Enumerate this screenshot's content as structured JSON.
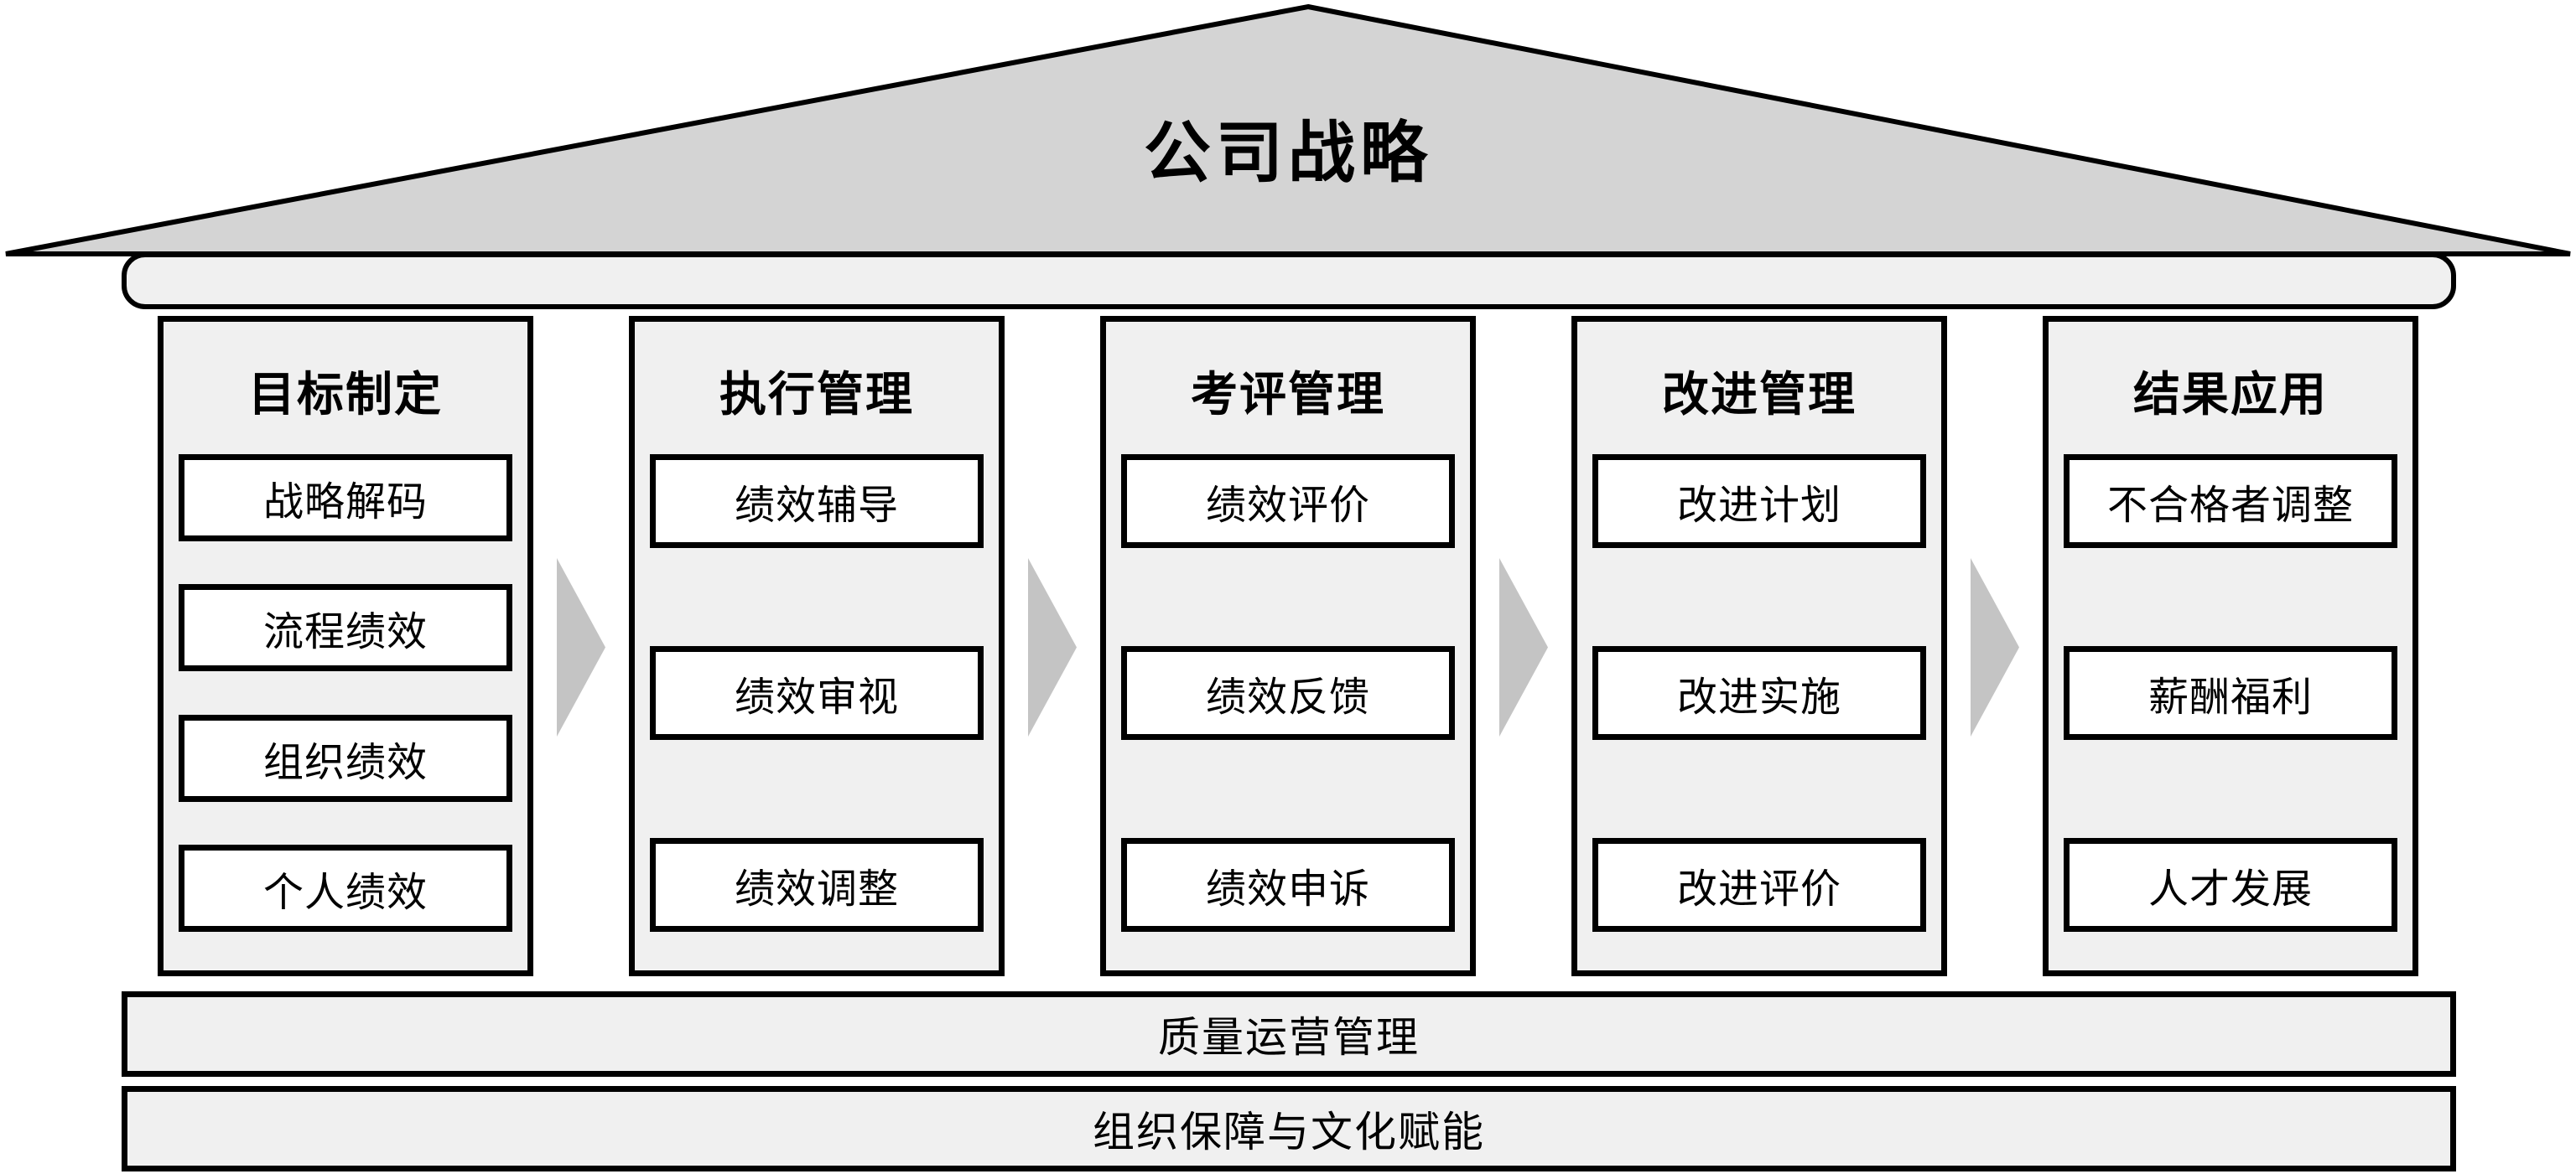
{
  "roof": {
    "title": "公司战略"
  },
  "pillars": [
    {
      "title": "目标制定",
      "boxes": [
        "战略解码",
        "流程绩效",
        "组织绩效",
        "个人绩效"
      ]
    },
    {
      "title": "执行管理",
      "boxes": [
        "绩效辅导",
        "绩效审视",
        "绩效调整"
      ]
    },
    {
      "title": "考评管理",
      "boxes": [
        "绩效评价",
        "绩效反馈",
        "绩效申诉"
      ]
    },
    {
      "title": "改进管理",
      "boxes": [
        "改进计划",
        "改进实施",
        "改进评价"
      ]
    },
    {
      "title": "结果应用",
      "boxes": [
        "不合格者调整",
        "薪酬福利",
        "人才发展"
      ]
    }
  ],
  "foundations": [
    {
      "label": "质量运营管理"
    },
    {
      "label": "组织保障与文化赋能"
    }
  ],
  "colors": {
    "roof_fill": "#d4d4d4",
    "panel_fill": "#f0f0f0",
    "box_fill": "#ffffff",
    "arrow_fill": "#c4c4c4",
    "line": "#000000"
  }
}
